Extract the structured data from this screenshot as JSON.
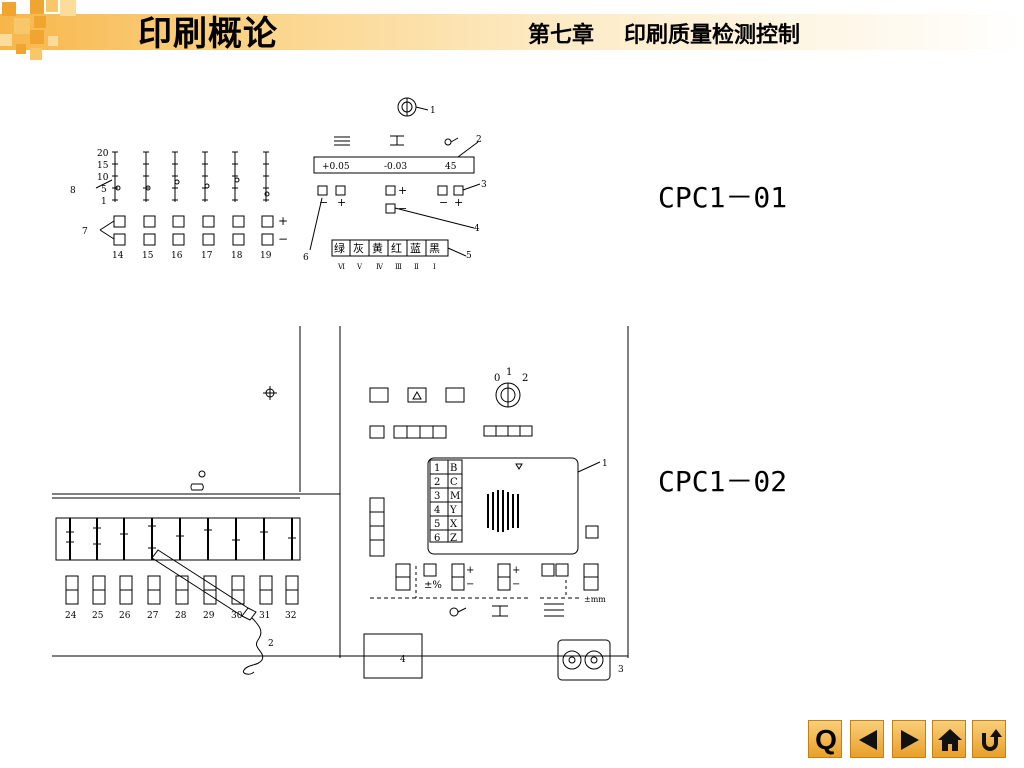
{
  "header": {
    "course_title": "印刷概论",
    "chapter_label": "第七章",
    "chapter_title": "印刷质量检测控制"
  },
  "figure1": {
    "caption": "CPC1－01",
    "scale_ticks": [
      "20",
      "15",
      "10",
      "5",
      "1"
    ],
    "key_numbers": [
      "14",
      "15",
      "16",
      "17",
      "18",
      "19"
    ],
    "callouts": [
      "1",
      "2",
      "3",
      "4",
      "5",
      "6",
      "7",
      "8"
    ],
    "readouts": [
      "+0.05",
      "-0.03",
      "45"
    ],
    "color_keys": [
      "绿",
      "灰",
      "黄",
      "红",
      "蓝",
      "黑"
    ],
    "roman_numerals": [
      "Ⅵ",
      "Ⅴ",
      "Ⅳ",
      "Ⅲ",
      "Ⅱ",
      "Ⅰ"
    ]
  },
  "figure2": {
    "caption": "CPC1－02",
    "key_numbers": [
      "24",
      "25",
      "26",
      "27",
      "28",
      "29",
      "30",
      "31",
      "32"
    ],
    "callouts": [
      "1",
      "2",
      "3",
      "4"
    ],
    "knob_positions": [
      "0",
      "1",
      "2"
    ],
    "unit_keys": [
      "1",
      "B",
      "2",
      "C",
      "3",
      "M",
      "4",
      "Y",
      "5",
      "X",
      "6",
      "Z"
    ],
    "percent_label": "±%",
    "mm_label": "±mm"
  },
  "nav": {
    "q_label": "Q"
  }
}
